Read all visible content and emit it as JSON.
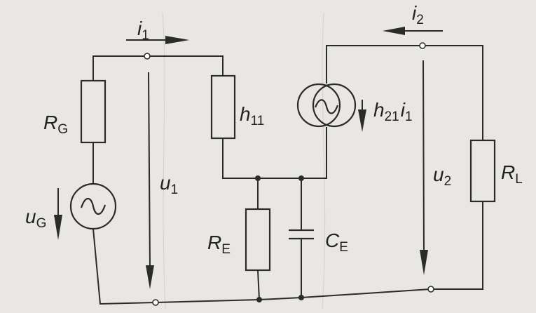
{
  "labels": {
    "i1": {
      "main": "i",
      "sub": "1"
    },
    "i2": {
      "main": "i",
      "sub": "2"
    },
    "rg": {
      "main": "R",
      "sub": "G"
    },
    "ug": {
      "main": "u",
      "sub": "G"
    },
    "u1": {
      "main": "u",
      "sub": "1"
    },
    "h11": {
      "main": "h",
      "sub": "11"
    },
    "h21i1": {
      "main": "h",
      "sub": "21",
      "tail": "i",
      "tail_sub": "1"
    },
    "re": {
      "main": "R",
      "sub": "E"
    },
    "ce": {
      "main": "C",
      "sub": "E"
    },
    "u2": {
      "main": "u",
      "sub": "2"
    },
    "rl": {
      "main": "R",
      "sub": "L"
    }
  },
  "colors": {
    "paper": "#e9e7e4",
    "ink": "#2b2b2b"
  }
}
